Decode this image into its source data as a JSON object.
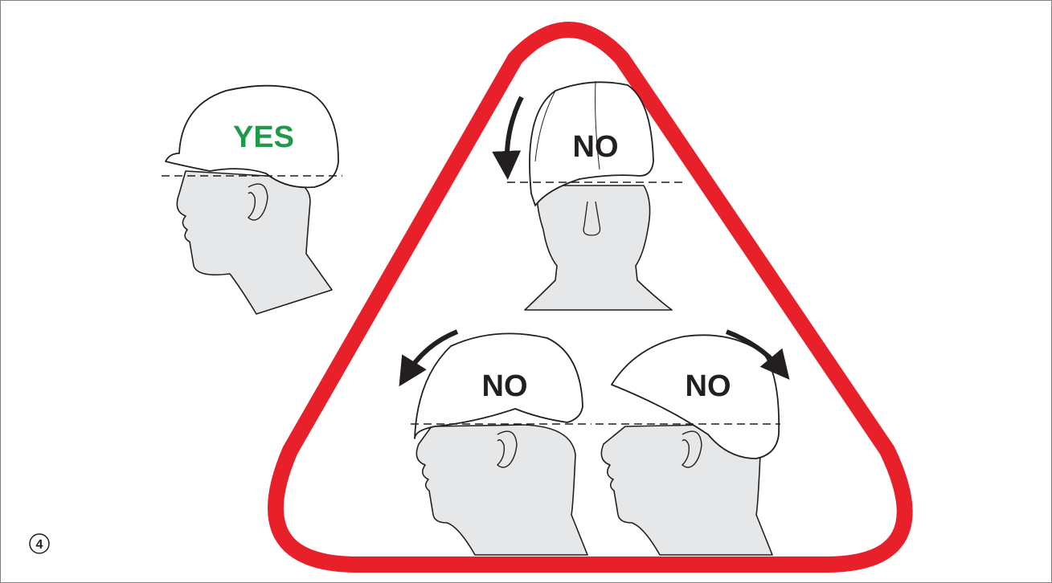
{
  "figure": {
    "step_number": "4",
    "colors": {
      "warning_red": "#e8202a",
      "yes_green": "#1f9a4a",
      "skin_gray": "#e6e7e8",
      "outline": "#231f20"
    },
    "panels": [
      {
        "label": "YES",
        "view": "side",
        "arrow": "none"
      },
      {
        "label": "NO",
        "view": "front",
        "arrow": "counter-clockwise"
      },
      {
        "label": "NO",
        "view": "side",
        "arrow": "counter-clockwise"
      },
      {
        "label": "NO",
        "view": "side",
        "arrow": "clockwise"
      }
    ]
  }
}
